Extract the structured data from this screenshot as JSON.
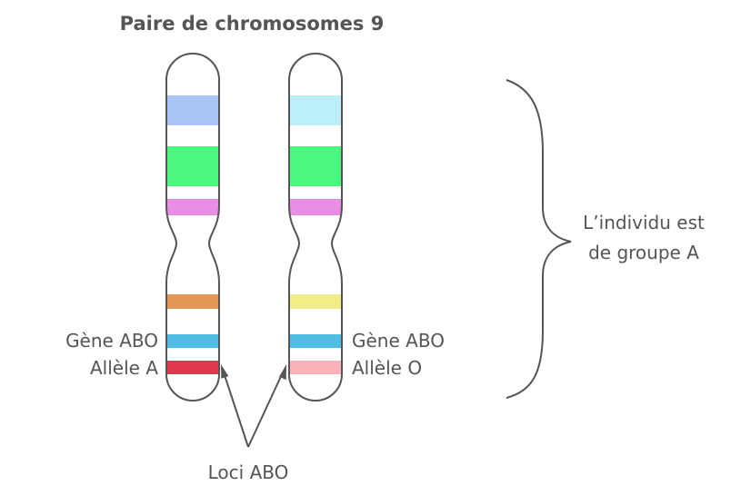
{
  "title": "Paire de chromosomes 9",
  "left_chromosome": {
    "gene_label": "Gène ABO",
    "allele_label": "Allèle A",
    "bands": [
      "#a9c4f7",
      "#4cf97f",
      "#e98de6",
      "#e49757",
      "#4ebde3",
      "#e0394d"
    ]
  },
  "right_chromosome": {
    "gene_label": "Gène ABO",
    "allele_label": "Allèle O",
    "bands": [
      "#bdeffb",
      "#4cf97f",
      "#e98de6",
      "#f2ec89",
      "#4ebde3",
      "#fbb2bb"
    ]
  },
  "loci_label": "Loci ABO",
  "conclusion": {
    "line1": "L’individu est",
    "line2": "de groupe A"
  },
  "colors": {
    "outline": "#555555",
    "text": "#555555"
  }
}
